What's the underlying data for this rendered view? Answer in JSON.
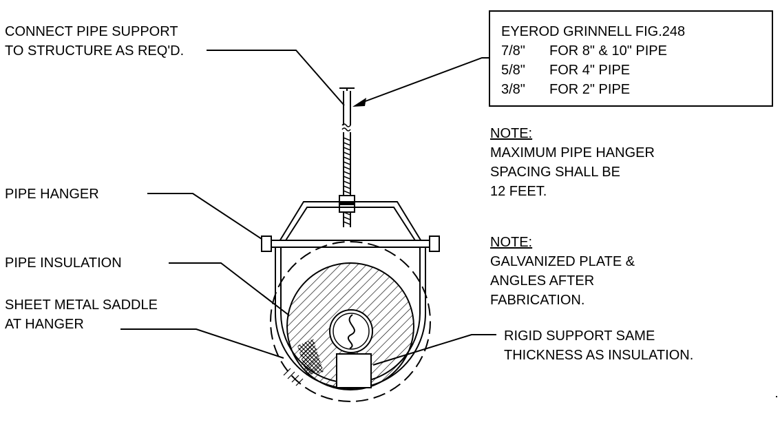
{
  "labels": {
    "connect_1": "CONNECT PIPE SUPPORT",
    "connect_2": "TO STRUCTURE AS REQ'D.",
    "pipe_hanger": "PIPE HANGER",
    "pipe_insulation": "PIPE INSULATION",
    "saddle_1": "SHEET METAL SADDLE",
    "saddle_2": "AT HANGER",
    "rigid_1": "RIGID SUPPORT SAME",
    "rigid_2": "THICKNESS AS INSULATION."
  },
  "eyerod_box": {
    "title": "EYEROD GRINNELL FIG.248",
    "rows": [
      {
        "size": "7/8\"",
        "desc": "FOR 8\" & 10\" PIPE"
      },
      {
        "size": "5/8\"",
        "desc": "FOR 4\" PIPE"
      },
      {
        "size": "3/8\"",
        "desc": "FOR 2\" PIPE"
      }
    ]
  },
  "notes": [
    {
      "heading": "NOTE:",
      "lines": [
        "MAXIMUM PIPE HANGER",
        "SPACING SHALL BE",
        "12 FEET."
      ]
    },
    {
      "heading": "NOTE:",
      "lines": [
        "GALVANIZED PLATE &",
        "ANGLES AFTER",
        "FABRICATION."
      ]
    }
  ]
}
